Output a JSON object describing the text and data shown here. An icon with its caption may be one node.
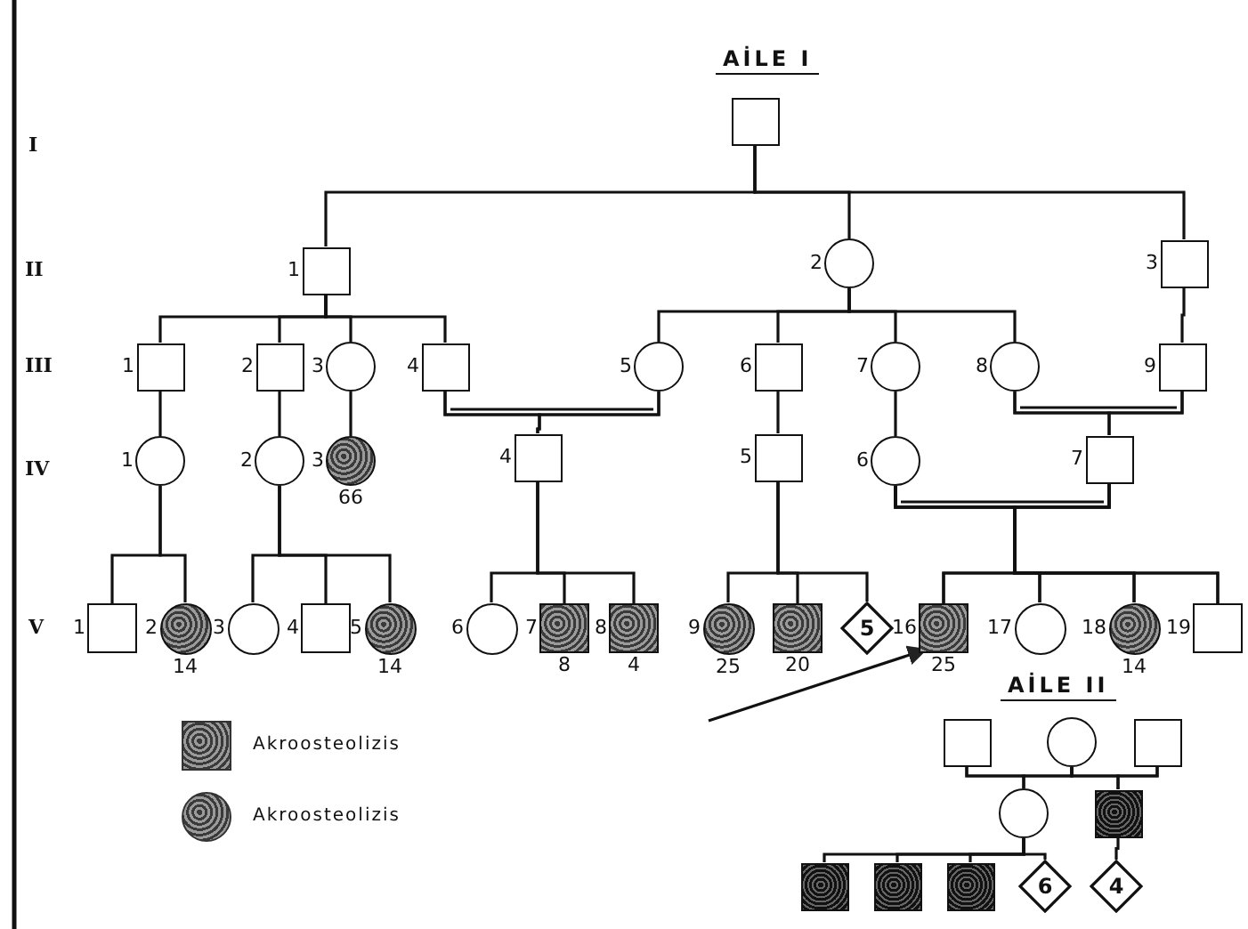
{
  "diagram": {
    "title": "AİLE I",
    "nodes": [
      {
        "text": [],
        "shape": "box"
      },
      {
        "text": [],
        "shape": "box",
        "beside": [
          "1"
        ]
      },
      {
        "text": [],
        "shape": "circle",
        "beside": [
          "2"
        ]
      },
      {
        "text": [],
        "shape": "box",
        "beside": [
          "3"
        ]
      },
      {
        "text": [],
        "shape": "box",
        "beside": [
          "1"
        ]
      },
      {
        "text": [],
        "shape": "box",
        "beside": [
          "2"
        ]
      },
      {
        "text": [],
        "shape": "circle",
        "beside": [
          "3"
        ]
      },
      {
        "text": [],
        "shape": "box",
        "beside": [
          "4"
        ]
      },
      {
        "text": [],
        "shape": "circle",
        "beside": [
          "5"
        ]
      },
      {
        "text": [],
        "shape": "box",
        "beside": [
          "6"
        ]
      },
      {
        "text": [],
        "shape": "circle",
        "beside": [
          "7"
        ]
      },
      {
        "text": [],
        "shape": "circle",
        "beside": [
          "8"
        ]
      },
      {
        "text": [],
        "shape": "box",
        "beside": [
          "9"
        ]
      },
      {
        "text": [],
        "shape": "circle",
        "beside": [
          "1"
        ]
      },
      {
        "text": [],
        "shape": "circle",
        "beside": [
          "2"
        ]
      },
      {
        "text": [],
        "shape": "circle",
        "beside": [
          "3",
          "66"
        ]
      },
      {
        "text": [],
        "shape": "box",
        "beside": [
          "4"
        ]
      },
      {
        "text": [],
        "shape": "box",
        "beside": [
          "5"
        ]
      },
      {
        "text": [],
        "shape": "circle",
        "beside": [
          "6"
        ]
      },
      {
        "text": [],
        "shape": "box",
        "beside": [
          "7"
        ]
      },
      {
        "text": [],
        "shape": "box",
        "beside": [
          "1"
        ]
      },
      {
        "text": [],
        "shape": "circle",
        "beside": [
          "2",
          "14"
        ]
      },
      {
        "text": [],
        "shape": "circle",
        "beside": [
          "3"
        ]
      },
      {
        "text": [],
        "shape": "box",
        "beside": [
          "4"
        ]
      },
      {
        "text": [],
        "shape": "circle",
        "beside": [
          "5",
          "14"
        ]
      },
      {
        "text": [],
        "shape": "circle",
        "beside": [
          "6"
        ]
      },
      {
        "text": [],
        "shape": "box",
        "beside": [
          "7",
          "8"
        ]
      },
      {
        "text": [],
        "shape": "box",
        "beside": [
          "8",
          "4"
        ]
      },
      {
        "text": [],
        "shape": "circle",
        "beside": [
          "9",
          "25"
        ]
      },
      {
        "text": [],
        "shape": "box",
        "beside": [
          "20"
        ]
      },
      {
        "text": [
          "5"
        ]
      },
      {
        "text": [],
        "shape": "box",
        "beside": [
          "16",
          "25"
        ]
      },
      {
        "text": [],
        "shape": "circle",
        "beside": [
          "17"
        ]
      },
      {
        "text": [],
        "shape": "circle",
        "beside": [
          "18",
          "14"
        ]
      },
      {
        "text": [],
        "shape": "box",
        "beside": [
          "19"
        ]
      },
      {
        "text": [],
        "shape": "box"
      },
      {
        "text": [],
        "shape": "circle"
      },
      {
        "text": [],
        "shape": "box"
      },
      {
        "text": [],
        "shape": "circle"
      },
      {
        "text": [],
        "shape": "box"
      },
      {
        "text": [],
        "shape": "box"
      },
      {
        "text": [],
        "shape": "box"
      },
      {
        "text": [],
        "shape": "box"
      },
      {
        "text": [
          "6"
        ]
      },
      {
        "text": [
          "4"
        ]
      }
    ],
    "edges": [
      {
        "from": 0,
        "to": 1,
        "arrow": "none"
      },
      {
        "from": 0,
        "to": 2,
        "arrow": "none"
      },
      {
        "from": 0,
        "to": 3,
        "arrow": "none"
      },
      {
        "from": 1,
        "to": 4,
        "arrow": "none"
      },
      {
        "from": 1,
        "to": 5,
        "arrow": "none"
      },
      {
        "from": 1,
        "to": 6,
        "arrow": "none"
      },
      {
        "from": 1,
        "to": 7,
        "arrow": "none"
      },
      {
        "from": 2,
        "to": 8,
        "arrow": "none"
      },
      {
        "from": 2,
        "to": 9,
        "arrow": "none"
      },
      {
        "from": 2,
        "to": 10,
        "arrow": "none"
      },
      {
        "from": 2,
        "to": 11,
        "arrow": "none"
      },
      {
        "from": 3,
        "to": 12,
        "arrow": "none"
      },
      {
        "from": 7,
        "to": 8,
        "arrow": "none"
      },
      {
        "from": 11,
        "to": 12,
        "arrow": "none"
      },
      {
        "from": 7,
        "to": 16,
        "arrow": "none"
      },
      {
        "from": 8,
        "to": 16,
        "arrow": "none"
      },
      {
        "from": 4,
        "to": 13,
        "arrow": "none"
      },
      {
        "from": 5,
        "to": 14,
        "arrow": "none"
      },
      {
        "from": 6,
        "to": 15,
        "arrow": "none"
      },
      {
        "from": 9,
        "to": 17,
        "arrow": "none"
      },
      {
        "from": 10,
        "to": 18,
        "arrow": "none"
      },
      {
        "from": 11,
        "to": 19,
        "arrow": "none"
      },
      {
        "from": 12,
        "to": 19,
        "arrow": "none"
      },
      {
        "from": 18,
        "to": 19,
        "arrow": "none"
      },
      {
        "from": 18,
        "to": 31,
        "arrow": "none"
      },
      {
        "from": 19,
        "to": 31,
        "arrow": "none"
      },
      {
        "from": 18,
        "to": 32,
        "arrow": "none"
      },
      {
        "from": 19,
        "to": 32,
        "arrow": "none"
      },
      {
        "from": 18,
        "to": 33,
        "arrow": "none"
      },
      {
        "from": 19,
        "to": 33,
        "arrow": "none"
      },
      {
        "from": 18,
        "to": 34,
        "arrow": "none"
      },
      {
        "from": 19,
        "to": 34,
        "arrow": "none"
      },
      {
        "from": 13,
        "to": 20,
        "arrow": "none"
      },
      {
        "from": 13,
        "to": 21,
        "arrow": "none"
      },
      {
        "from": 14,
        "to": 22,
        "arrow": "none"
      },
      {
        "from": 14,
        "to": 23,
        "arrow": "none"
      },
      {
        "from": 14,
        "to": 24,
        "arrow": "none"
      },
      {
        "from": 16,
        "to": 25,
        "arrow": "none"
      },
      {
        "from": 16,
        "to": 26,
        "arrow": "none"
      },
      {
        "from": 16,
        "to": 27,
        "arrow": "none"
      },
      {
        "from": 17,
        "to": 28,
        "arrow": "none"
      },
      {
        "from": 17,
        "to": 29,
        "arrow": "none"
      },
      {
        "from": 17,
        "to": 30,
        "arrow": "none"
      },
      {
        "from": null,
        "to": 31,
        "arrow": "to"
      },
      {
        "from": 35,
        "to": 36,
        "arrow": "none"
      },
      {
        "from": 36,
        "to": 37,
        "arrow": "none"
      },
      {
        "from": 35,
        "to": 38,
        "arrow": "none"
      },
      {
        "from": 36,
        "to": 38,
        "arrow": "none"
      },
      {
        "from": 36,
        "to": 39,
        "arrow": "none"
      },
      {
        "from": 37,
        "to": 39,
        "arrow": "none"
      },
      {
        "from": 38,
        "to": 40,
        "arrow": "none"
      },
      {
        "from": 38,
        "to": 41,
        "arrow": "none"
      },
      {
        "from": 38,
        "to": 42,
        "arrow": "none"
      },
      {
        "from": 38,
        "to": 43,
        "arrow": "none"
      },
      {
        "from": 39,
        "to": 44,
        "arrow": "none"
      }
    ],
    "labels": [
      "I",
      "II",
      "III",
      "IV",
      "V",
      "AİLE II"
    ],
    "legend": [
      {
        "text": "Akroosteolizis"
      },
      {
        "text": "Akroosteolizis"
      }
    ]
  }
}
